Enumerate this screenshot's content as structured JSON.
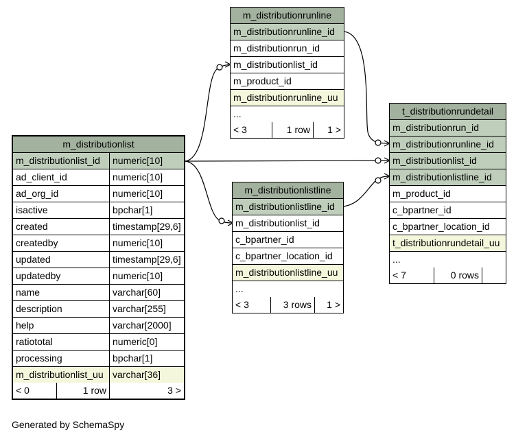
{
  "tables": {
    "m_distributionlist": {
      "name": "m_distributionlist",
      "columns": [
        {
          "name": "m_distributionlist_id",
          "type": "numeric[10]"
        },
        {
          "name": "ad_client_id",
          "type": "numeric[10]"
        },
        {
          "name": "ad_org_id",
          "type": "numeric[10]"
        },
        {
          "name": "isactive",
          "type": "bpchar[1]"
        },
        {
          "name": "created",
          "type": "timestamp[29,6]"
        },
        {
          "name": "createdby",
          "type": "numeric[10]"
        },
        {
          "name": "updated",
          "type": "timestamp[29,6]"
        },
        {
          "name": "updatedby",
          "type": "numeric[10]"
        },
        {
          "name": "name",
          "type": "varchar[60]"
        },
        {
          "name": "description",
          "type": "varchar[255]"
        },
        {
          "name": "help",
          "type": "varchar[2000]"
        },
        {
          "name": "ratiototal",
          "type": "numeric[0]"
        },
        {
          "name": "processing",
          "type": "bpchar[1]"
        },
        {
          "name": "m_distributionlist_uu",
          "type": "varchar[36]"
        }
      ],
      "footer": {
        "parents": "< 0",
        "rows": "1 row",
        "children": "3 >"
      }
    },
    "m_distributionrunline": {
      "name": "m_distributionrunline",
      "columns": [
        "m_distributionrunline_id",
        "m_distributionrun_id",
        "m_distributionlist_id",
        "m_product_id",
        "m_distributionrunline_uu",
        "..."
      ],
      "footer": {
        "parents": "< 3",
        "rows": "1 row",
        "children": "1 >"
      }
    },
    "m_distributionlistline": {
      "name": "m_distributionlistline",
      "columns": [
        "m_distributionlistline_id",
        "m_distributionlist_id",
        "c_bpartner_id",
        "c_bpartner_location_id",
        "m_distributionlistline_uu",
        "..."
      ],
      "footer": {
        "parents": "< 3",
        "rows": "3 rows",
        "children": "1 >"
      }
    },
    "t_distributionrundetail": {
      "name": "t_distributionrundetail",
      "columns": [
        "m_distributionrun_id",
        "m_distributionrunline_id",
        "m_distributionlist_id",
        "m_distributionlistline_id",
        "m_product_id",
        "c_bpartner_id",
        "c_bpartner_location_id",
        "t_distributionrundetail_uu",
        "..."
      ],
      "footer": {
        "parents": "< 7",
        "rows": "0 rows",
        "children": ""
      }
    }
  },
  "footer_text": "Generated by SchemaSpy"
}
